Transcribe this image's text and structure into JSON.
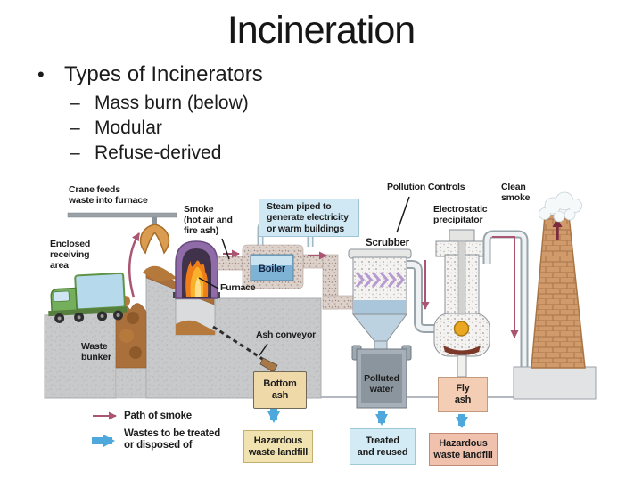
{
  "slide": {
    "title": "Incineration",
    "bullet": "Types of Incinerators",
    "sub_bullets": [
      "Mass burn (below)",
      "Modular",
      "Refuse-derived"
    ]
  },
  "diagram": {
    "labels": {
      "crane": "Crane feeds\nwaste into furnace",
      "receiving": "Enclosed\nreceiving\narea",
      "waste_bunker": "Waste\nbunker",
      "smoke": "Smoke\n(hot air and\nfire ash)",
      "furnace": "Furnace",
      "boiler": "Boiler",
      "steam": "Steam piped to\ngenerate electricity\nor warm buildings",
      "pollution_controls": "Pollution Controls",
      "scrubber": "Scrubber",
      "precipitator": "Electrostatic\nprecipitator",
      "clean_smoke": "Clean\nsmoke",
      "ash_conveyor": "Ash conveyor",
      "bottom_ash": "Bottom\nash",
      "hazardous_left": "Hazardous\nwaste landfill",
      "polluted_water": "Polluted\nwater",
      "treated": "Treated\nand reused",
      "fly_ash": "Fly\nash",
      "hazardous_right": "Hazardous\nwaste landfill"
    },
    "legend": {
      "path_of_smoke": "Path of smoke",
      "wastes": "Wastes to be treated\nor disposed of"
    }
  },
  "colors": {
    "smoke_arrow": "#aa5672",
    "smoke_arrow_dark": "#7a2b3d",
    "waste_arrow": "#4fa8dc",
    "steam_box_bg": "#cfe8f4",
    "boiler_bg": "#7fb3d6",
    "bottom_ash_bg": "#efd9a8",
    "landfill_left_bg": "#f0e3b0",
    "treated_bg": "#d2ebf4",
    "fly_ash_bg": "#f3cdb4",
    "landfill_right_bg": "#f0c2ae",
    "concrete": "#c7c9cb",
    "brick": "#d09a6a"
  }
}
